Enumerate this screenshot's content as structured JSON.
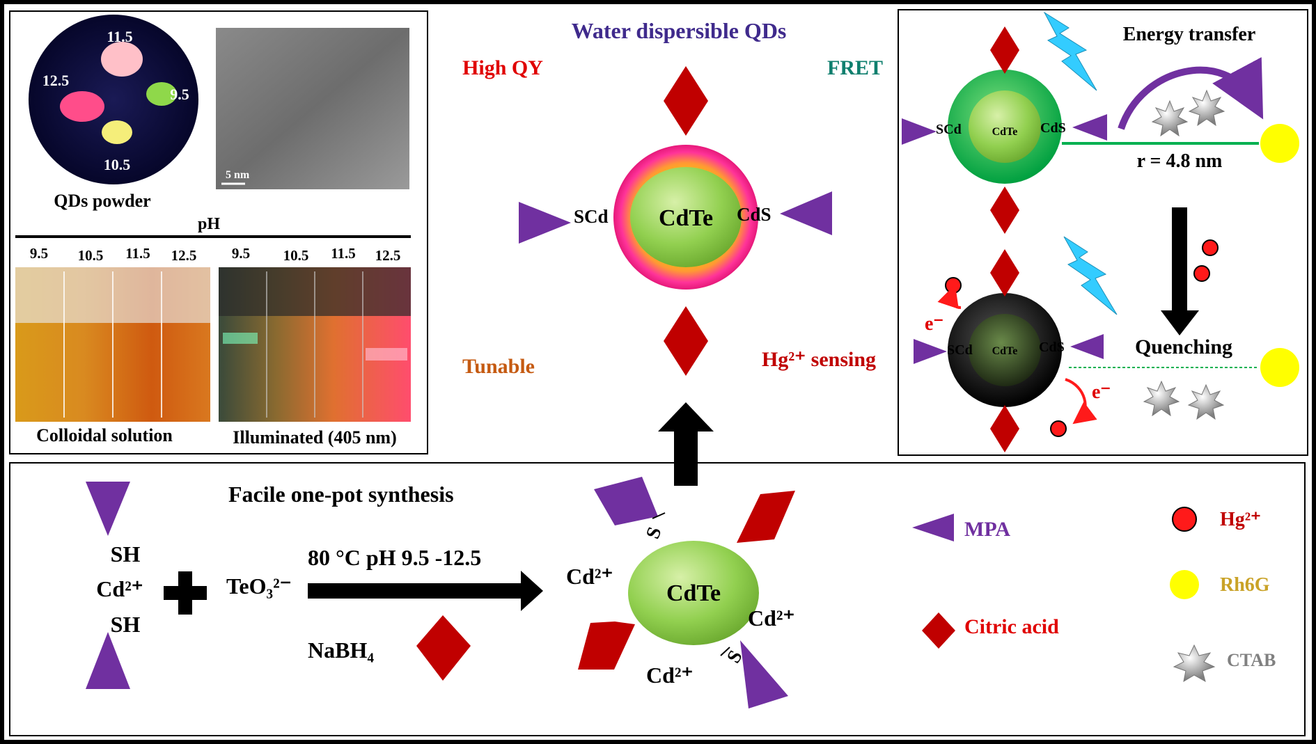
{
  "colors": {
    "purple": "#7030a0",
    "red": "#c00000",
    "green_core": "#92d050",
    "green_shell": "#00b050",
    "yellow": "#ffff00",
    "teal": "#0f7f6e",
    "orange": "#c55a11",
    "navy": "#3f2a8c",
    "cyan_bolt": "#33ccff"
  },
  "top_left": {
    "fluor_labels": [
      "11.5",
      "12.5",
      "9.5",
      "10.5"
    ],
    "powder_caption": "QDs powder",
    "tem_scale": "5 nm",
    "ph_header": "pH",
    "left_vials": [
      "9.5",
      "10.5",
      "11.5",
      "12.5"
    ],
    "right_vials": [
      "9.5",
      "10.5",
      "11.5",
      "12.5"
    ],
    "left_caption": "Colloidal solution",
    "right_caption": "Illuminated (405 nm)"
  },
  "center": {
    "title": "Water dispersible QDs",
    "high_qy": "High QY",
    "fret": "FRET",
    "tunable": "Tunable",
    "hg_sensing": "Hg²⁺ sensing",
    "core": "CdTe",
    "left_bond": "SCd",
    "right_bond": "CdS"
  },
  "top_right": {
    "energy_transfer": "Energy transfer",
    "distance": "r = 4.8 nm",
    "quenching": "Quenching",
    "core_top": "CdTe",
    "core_bottom": "CdTe",
    "left_bond": "SCd",
    "right_bond": "CdS",
    "electron": "e⁻"
  },
  "bottom": {
    "title": "Facile one-pot synthesis",
    "sh_top": "SH",
    "cd_ion": "Cd²⁺",
    "sh_bottom": "SH",
    "teo3": "TeO₃²⁻",
    "conditions": "80 °C  pH 9.5 -12.5",
    "nabh4": "NaBH₄",
    "core": "CdTe",
    "cd_left": "Cd²⁺",
    "cd_right": "Cd²⁺",
    "cd_bottom": "Cd²⁺",
    "s_label": "S"
  },
  "legend": {
    "mpa": "MPA",
    "citric": "Citric acid",
    "hg": "Hg²⁺",
    "rh6g": "Rh6G",
    "ctab": "CTAB"
  }
}
